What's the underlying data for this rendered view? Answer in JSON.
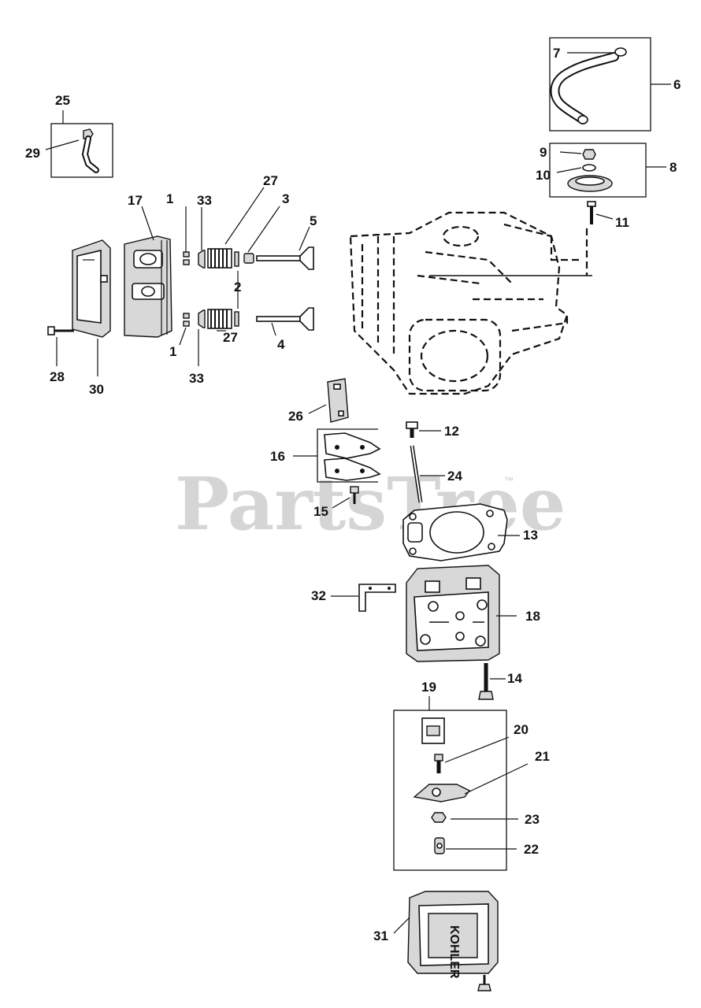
{
  "watermark": {
    "text": "PartsTree",
    "mark": "™"
  },
  "callouts": {
    "c1a": "1",
    "c1b": "1",
    "c2": "2",
    "c3": "3",
    "c4": "4",
    "c5": "5",
    "c6": "6",
    "c7": "7",
    "c8": "8",
    "c9": "9",
    "c10": "10",
    "c11": "11",
    "c12": "12",
    "c13": "13",
    "c14": "14",
    "c15": "15",
    "c16": "16",
    "c17": "17",
    "c18": "18",
    "c19": "19",
    "c20": "20",
    "c21": "21",
    "c22": "22",
    "c23": "23",
    "c24": "24",
    "c25": "25",
    "c26": "26",
    "c27a": "27",
    "c27b": "27",
    "c28": "28",
    "c29": "29",
    "c30": "30",
    "c31": "31",
    "c32": "32",
    "c33a": "33",
    "c33b": "33"
  },
  "valve_cover_logo": "KOHLER"
}
